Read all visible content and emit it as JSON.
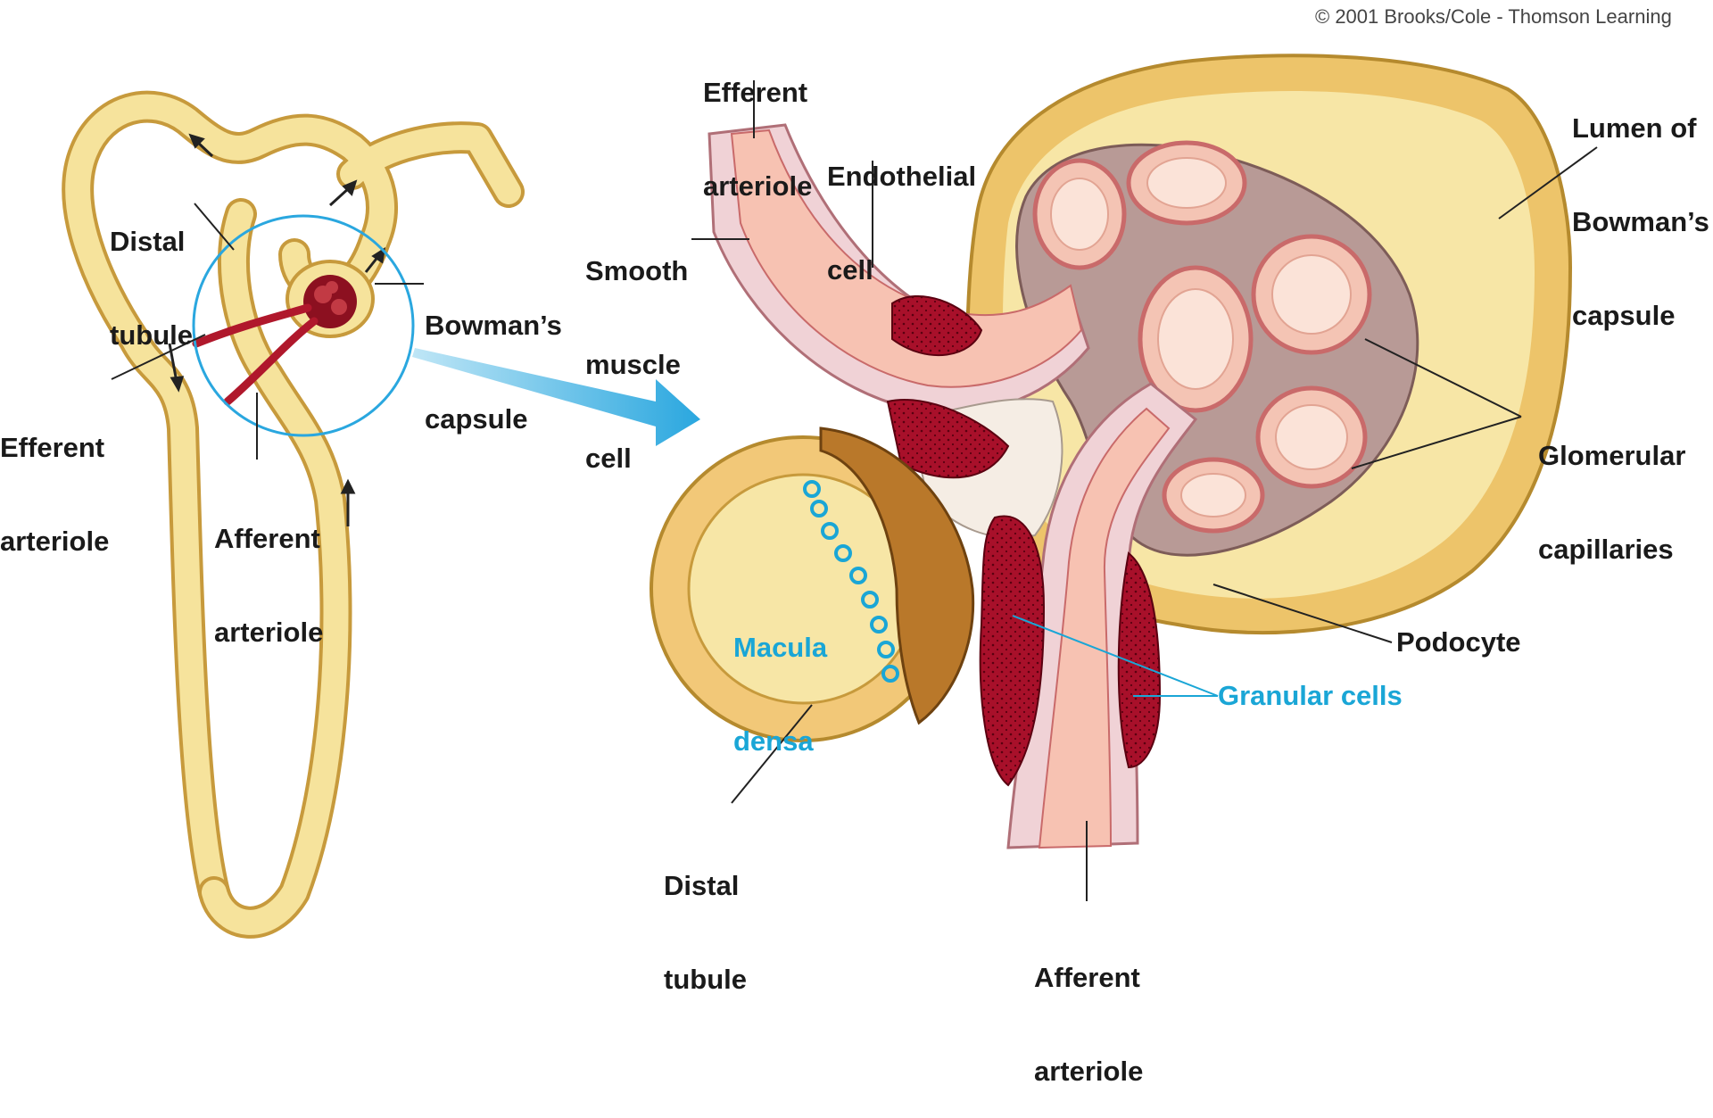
{
  "copyright": "© 2001 Brooks/Cole - Thomson Learning",
  "overview": {
    "distal_tubule": [
      "Distal",
      "tubule"
    ],
    "bowmans_capsule": [
      "Bowman’s",
      "capsule"
    ],
    "efferent_arteriole": [
      "Efferent",
      "arteriole"
    ],
    "afferent_arteriole": [
      "Afferent",
      "arteriole"
    ]
  },
  "detail": {
    "efferent_arteriole": [
      "Efferent",
      "arteriole"
    ],
    "endothelial_cell": [
      "Endothelial",
      "cell"
    ],
    "smooth_muscle_cell": [
      "Smooth",
      "muscle",
      "cell"
    ],
    "lumen_bowmans_capsule": [
      "Lumen of",
      "Bowman’s",
      "capsule"
    ],
    "glomerular_capillaries": [
      "Glomerular",
      "capillaries"
    ],
    "macula_densa": [
      "Macula",
      "densa"
    ],
    "podocyte": "Podocyte",
    "granular_cells": "Granular cells",
    "distal_tubule": [
      "Distal",
      "tubule"
    ],
    "afferent_arteriole": [
      "Afferent",
      "arteriole"
    ]
  },
  "colors": {
    "tubule_fill": "#f6e39c",
    "tubule_outline": "#d9b45a",
    "vessel_pink": "#f4c4b4",
    "vessel_outline": "#c96a6a",
    "granular_red": "#a8102a",
    "macula_brown": "#b9782a",
    "podocyte_mauve": "#b89a96",
    "callout_blue": "#1aa6d6"
  }
}
